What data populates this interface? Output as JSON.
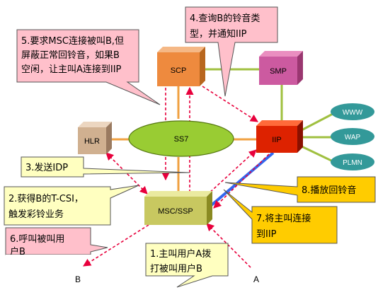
{
  "nodes": {
    "scp": "SCP",
    "smp": "SMP",
    "hlr": "HLR",
    "ss7": "SS7",
    "iip": "IIP",
    "msc": "MSC/SSP",
    "www": "WWW",
    "wap": "WAP",
    "plmn": "PLMN"
  },
  "endpoints": {
    "a": "A",
    "b": "B"
  },
  "callouts": {
    "c1": [
      "1.主叫用户A拨",
      "打被叫用户B"
    ],
    "c2": [
      "2.获得B的T-CSI，",
      "触发彩铃业务"
    ],
    "c3": [
      "3.发送IDP"
    ],
    "c4": [
      "4.查询B的铃音类",
      "型，并通知IIP"
    ],
    "c5": [
      "5.要求MSC连接被叫B,但",
      "屏蔽正常回铃音，如果B",
      "空闲，让主叫A连接到IIP"
    ],
    "c6": [
      "6.呼叫被叫用",
      "户B"
    ],
    "c7": [
      "7.将主叫连接",
      "到IIP"
    ],
    "c8": [
      "8.播放回铃音"
    ]
  },
  "colors": {
    "pink": "#ffc0cb",
    "light_yellow": "#ffffc0",
    "gold": "#ffcc00",
    "red_dash": "#e8003c",
    "orange_line": "#f0a040",
    "green_line": "#a0c040",
    "blue_line": "#3366ee",
    "ellipse_green": "#99cc33",
    "teal": "#339999"
  }
}
